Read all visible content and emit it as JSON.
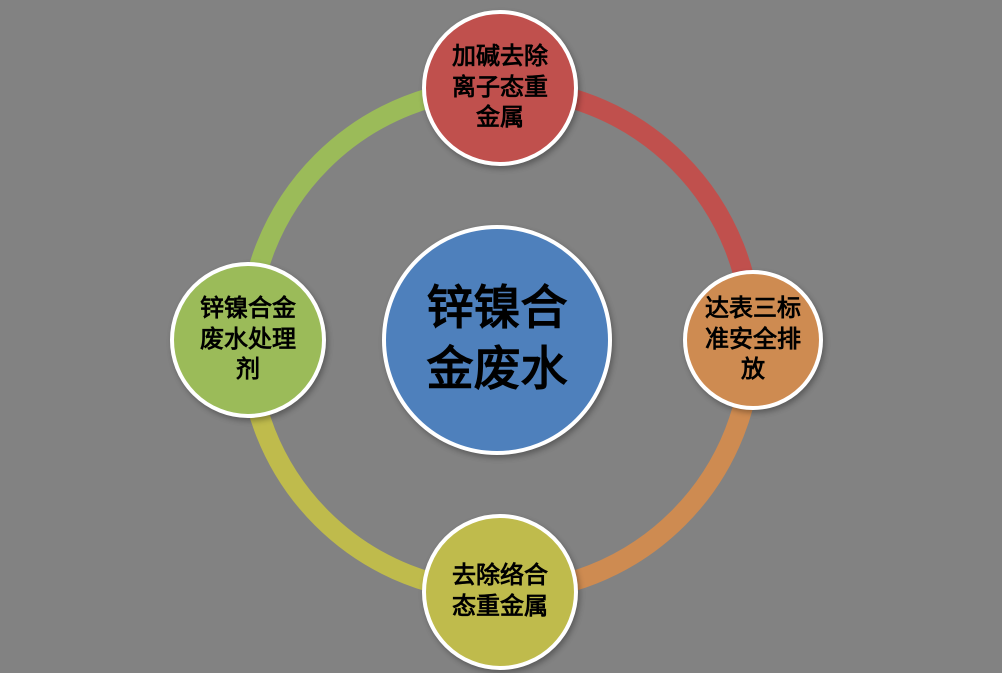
{
  "background": "#828282",
  "center": {
    "label": "锌镍合金废水",
    "lines": [
      "锌镍合",
      "金废水"
    ],
    "color": "#4E80BC"
  },
  "nodes": [
    {
      "id": "top",
      "label": "加碱去除离子态重金属",
      "lines": [
        "加碱去除",
        "离子态重",
        "金属"
      ],
      "color": "#C0504D"
    },
    {
      "id": "right",
      "label": "达表三标准安全排放",
      "lines": [
        "达表三标",
        "准安全排",
        "放"
      ],
      "color": "#CE8B51"
    },
    {
      "id": "bottom",
      "label": "去除络合态重金属",
      "lines": [
        "去除络合",
        "态重金属"
      ],
      "color": "#BFBB4C"
    },
    {
      "id": "left",
      "label": "锌镍合金废水处理剂",
      "lines": [
        "锌镍合金",
        "废水处理",
        "剂"
      ],
      "color": "#9BBB59"
    }
  ],
  "arcs": [
    {
      "from": "top",
      "to": "right",
      "color": "#C0504D"
    },
    {
      "from": "right",
      "to": "bottom",
      "color": "#CE8B51"
    },
    {
      "from": "bottom",
      "to": "left",
      "color": "#BFBB4C"
    },
    {
      "from": "left",
      "to": "top",
      "color": "#9BBB59"
    }
  ]
}
